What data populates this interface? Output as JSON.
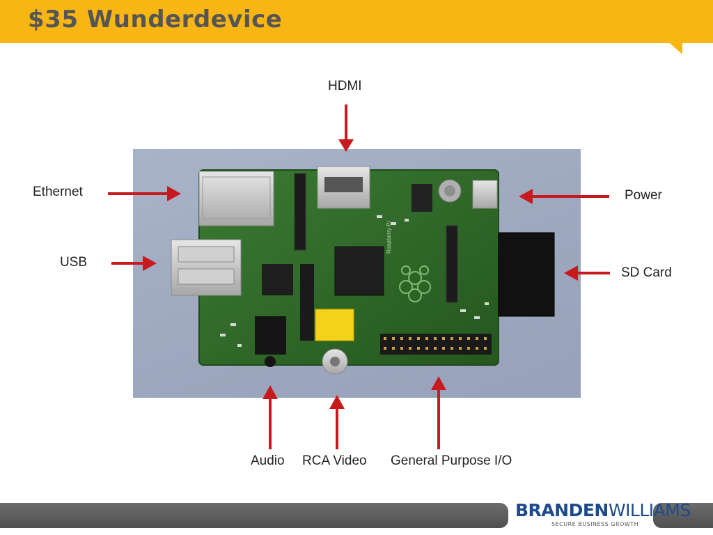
{
  "slide": {
    "title": "$35 Wunderdevice"
  },
  "callouts": {
    "hdmi": "HDMI",
    "ethernet": "Ethernet",
    "power": "Power",
    "usb": "USB",
    "sd_card": "SD Card",
    "audio": "Audio",
    "rca_video": "RCA Video",
    "gpio": "General Purpose I/O"
  },
  "board": {
    "silkscreen": "Raspberry Pi"
  },
  "brand": {
    "name_bold": "BRANDEN",
    "name_light": "WILLIAMS",
    "tagline": "SECURE BUSINESS GROWTH"
  },
  "colors": {
    "header": "#f8b615",
    "arrow": "#c8191e",
    "footer": "#5a5a5a",
    "brand": "#1d4a8c",
    "board": "#2f6a2a"
  }
}
